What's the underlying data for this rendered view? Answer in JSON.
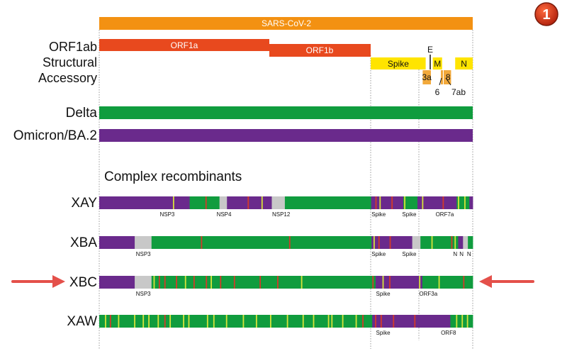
{
  "badge": "1",
  "colors": {
    "sars": "#F39112",
    "orf1": "#E8491E",
    "structural": "#FFE400",
    "accessory": "#F2A93B",
    "delta": "#109C3E",
    "omicron": "#6A2A8C",
    "gap": "#C8C8C8",
    "mut_yellow": "#D7E23A",
    "mut_red": "#D23A2A",
    "arrow": "#E4504A"
  },
  "genome": {
    "title": "SARS-CoV-2",
    "row_labels": {
      "orf1ab": "ORF1ab",
      "structural": "Structural",
      "accessory": "Accessory"
    },
    "orf1a": "ORF1a",
    "orf1b": "ORF1b",
    "structural_genes": [
      {
        "key": "spike",
        "label": "Spike",
        "start": 0.727,
        "end": 0.874
      },
      {
        "key": "M",
        "label": "M",
        "start": 0.893,
        "end": 0.918
      },
      {
        "key": "N",
        "label": "N",
        "start": 0.953,
        "end": 1.0
      }
    ],
    "E_label": "E",
    "accessory_genes": [
      {
        "key": "3a",
        "label": "3a",
        "start": 0.866,
        "end": 0.888
      },
      {
        "key": "8",
        "label": "8",
        "start": 0.926,
        "end": 0.942
      }
    ],
    "label_6": "6",
    "label_7ab": "7ab"
  },
  "lineages": [
    {
      "key": "delta",
      "label": "Delta"
    },
    {
      "key": "omicron",
      "label": "Omicron/BA.2"
    }
  ],
  "section_title": "Complex recombinants",
  "recombinants": [
    {
      "name": "XAY",
      "segments": [
        {
          "s": 0.0,
          "e": 0.242,
          "c": "omicron"
        },
        {
          "s": 0.242,
          "e": 0.322,
          "c": "delta"
        },
        {
          "s": 0.322,
          "e": 0.342,
          "c": "gap"
        },
        {
          "s": 0.342,
          "e": 0.462,
          "c": "omicron"
        },
        {
          "s": 0.462,
          "e": 0.497,
          "c": "gap"
        },
        {
          "s": 0.497,
          "e": 0.728,
          "c": "delta"
        },
        {
          "s": 0.728,
          "e": 0.814,
          "c": "omicron"
        },
        {
          "s": 0.814,
          "e": 0.852,
          "c": "delta"
        },
        {
          "s": 0.852,
          "e": 0.957,
          "c": "omicron"
        },
        {
          "s": 0.957,
          "e": 0.991,
          "c": "delta"
        },
        {
          "s": 0.991,
          "e": 1.0,
          "c": "omicron"
        }
      ],
      "ticks": [
        {
          "x": 0.199,
          "c": "mut_yellow"
        },
        {
          "x": 0.286,
          "c": "mut_red"
        },
        {
          "x": 0.399,
          "c": "mut_red"
        },
        {
          "x": 0.436,
          "c": "mut_yellow"
        },
        {
          "x": 0.741,
          "c": "mut_red"
        },
        {
          "x": 0.752,
          "c": "mut_yellow"
        },
        {
          "x": 0.784,
          "c": "mut_red"
        },
        {
          "x": 0.818,
          "c": "mut_yellow"
        },
        {
          "x": 0.866,
          "c": "mut_yellow"
        },
        {
          "x": 0.921,
          "c": "mut_red"
        },
        {
          "x": 0.962,
          "c": "mut_yellow"
        },
        {
          "x": 0.979,
          "c": "mut_yellow"
        }
      ],
      "labels": [
        {
          "text": "NSP3",
          "x": 0.182
        },
        {
          "text": "NSP4",
          "x": 0.334
        },
        {
          "text": "NSP12",
          "x": 0.487
        },
        {
          "text": "Spike",
          "x": 0.748
        },
        {
          "text": "Spike",
          "x": 0.83
        },
        {
          "text": "ORF7a",
          "x": 0.925
        }
      ]
    },
    {
      "name": "XBA",
      "segments": [
        {
          "s": 0.0,
          "e": 0.095,
          "c": "omicron"
        },
        {
          "s": 0.095,
          "e": 0.14,
          "c": "gap"
        },
        {
          "s": 0.14,
          "e": 0.729,
          "c": "delta"
        },
        {
          "s": 0.729,
          "e": 0.838,
          "c": "omicron"
        },
        {
          "s": 0.838,
          "e": 0.86,
          "c": "gap"
        },
        {
          "s": 0.86,
          "e": 0.961,
          "c": "delta"
        },
        {
          "s": 0.961,
          "e": 0.974,
          "c": "omicron"
        },
        {
          "s": 0.974,
          "e": 0.987,
          "c": "gap"
        },
        {
          "s": 0.987,
          "e": 1.0,
          "c": "delta"
        }
      ],
      "ticks": [
        {
          "x": 0.274,
          "c": "mut_red"
        },
        {
          "x": 0.51,
          "c": "mut_red"
        },
        {
          "x": 0.736,
          "c": "mut_yellow"
        },
        {
          "x": 0.749,
          "c": "mut_red"
        },
        {
          "x": 0.779,
          "c": "mut_red"
        },
        {
          "x": 0.891,
          "c": "mut_yellow"
        },
        {
          "x": 0.944,
          "c": "mut_red"
        },
        {
          "x": 0.953,
          "c": "mut_yellow"
        }
      ],
      "labels": [
        {
          "text": "NSP3",
          "x": 0.118
        },
        {
          "text": "Spike",
          "x": 0.748
        },
        {
          "text": "Spike",
          "x": 0.83
        },
        {
          "text": "N",
          "x": 0.953
        },
        {
          "text": "N",
          "x": 0.97
        },
        {
          "text": "N",
          "x": 0.99
        }
      ]
    },
    {
      "name": "XBC",
      "segments": [
        {
          "s": 0.0,
          "e": 0.095,
          "c": "omicron"
        },
        {
          "s": 0.095,
          "e": 0.14,
          "c": "gap"
        },
        {
          "s": 0.14,
          "e": 0.74,
          "c": "delta"
        },
        {
          "s": 0.74,
          "e": 0.865,
          "c": "omicron"
        },
        {
          "s": 0.865,
          "e": 1.0,
          "c": "delta"
        }
      ],
      "ticks": [
        {
          "x": 0.147,
          "c": "mut_yellow"
        },
        {
          "x": 0.161,
          "c": "mut_red"
        },
        {
          "x": 0.176,
          "c": "mut_red"
        },
        {
          "x": 0.207,
          "c": "mut_red"
        },
        {
          "x": 0.231,
          "c": "mut_yellow"
        },
        {
          "x": 0.254,
          "c": "mut_red"
        },
        {
          "x": 0.287,
          "c": "mut_red"
        },
        {
          "x": 0.3,
          "c": "mut_yellow"
        },
        {
          "x": 0.325,
          "c": "mut_red"
        },
        {
          "x": 0.362,
          "c": "mut_red"
        },
        {
          "x": 0.431,
          "c": "mut_red"
        },
        {
          "x": 0.478,
          "c": "mut_red"
        },
        {
          "x": 0.542,
          "c": "mut_yellow"
        },
        {
          "x": 0.733,
          "c": "mut_red"
        },
        {
          "x": 0.76,
          "c": "mut_yellow"
        },
        {
          "x": 0.778,
          "c": "mut_red"
        },
        {
          "x": 0.858,
          "c": "mut_yellow"
        },
        {
          "x": 0.91,
          "c": "mut_yellow"
        },
        {
          "x": 0.976,
          "c": "mut_red"
        }
      ],
      "labels": [
        {
          "text": "NSP3",
          "x": 0.118
        },
        {
          "text": "Spike",
          "x": 0.76
        },
        {
          "text": "ORF3a",
          "x": 0.881
        }
      ]
    },
    {
      "name": "XAW",
      "segments": [
        {
          "s": 0.0,
          "e": 0.731,
          "c": "delta"
        },
        {
          "s": 0.731,
          "e": 0.94,
          "c": "omicron"
        },
        {
          "s": 0.94,
          "e": 1.0,
          "c": "delta"
        }
      ],
      "ticks": [
        {
          "x": 0.017,
          "c": "mut_yellow"
        },
        {
          "x": 0.03,
          "c": "mut_red"
        },
        {
          "x": 0.052,
          "c": "mut_yellow"
        },
        {
          "x": 0.095,
          "c": "mut_yellow"
        },
        {
          "x": 0.118,
          "c": "mut_yellow"
        },
        {
          "x": 0.133,
          "c": "mut_yellow"
        },
        {
          "x": 0.158,
          "c": "mut_yellow"
        },
        {
          "x": 0.176,
          "c": "mut_red"
        },
        {
          "x": 0.19,
          "c": "mut_yellow"
        },
        {
          "x": 0.226,
          "c": "mut_yellow"
        },
        {
          "x": 0.24,
          "c": "mut_yellow"
        },
        {
          "x": 0.29,
          "c": "mut_yellow"
        },
        {
          "x": 0.307,
          "c": "mut_yellow"
        },
        {
          "x": 0.341,
          "c": "mut_yellow"
        },
        {
          "x": 0.386,
          "c": "mut_yellow"
        },
        {
          "x": 0.421,
          "c": "mut_yellow"
        },
        {
          "x": 0.459,
          "c": "mut_yellow"
        },
        {
          "x": 0.504,
          "c": "mut_yellow"
        },
        {
          "x": 0.546,
          "c": "mut_yellow"
        },
        {
          "x": 0.574,
          "c": "mut_yellow"
        },
        {
          "x": 0.614,
          "c": "mut_yellow"
        },
        {
          "x": 0.623,
          "c": "mut_yellow"
        },
        {
          "x": 0.652,
          "c": "mut_yellow"
        },
        {
          "x": 0.688,
          "c": "mut_yellow"
        },
        {
          "x": 0.706,
          "c": "mut_red"
        },
        {
          "x": 0.74,
          "c": "mut_red"
        },
        {
          "x": 0.755,
          "c": "mut_red"
        },
        {
          "x": 0.788,
          "c": "mut_red"
        },
        {
          "x": 0.845,
          "c": "mut_red"
        },
        {
          "x": 0.957,
          "c": "mut_yellow"
        },
        {
          "x": 0.972,
          "c": "mut_yellow"
        },
        {
          "x": 0.986,
          "c": "mut_yellow"
        }
      ],
      "labels": [
        {
          "text": "Spike",
          "x": 0.76
        },
        {
          "text": "ORF8",
          "x": 0.935
        }
      ]
    }
  ]
}
